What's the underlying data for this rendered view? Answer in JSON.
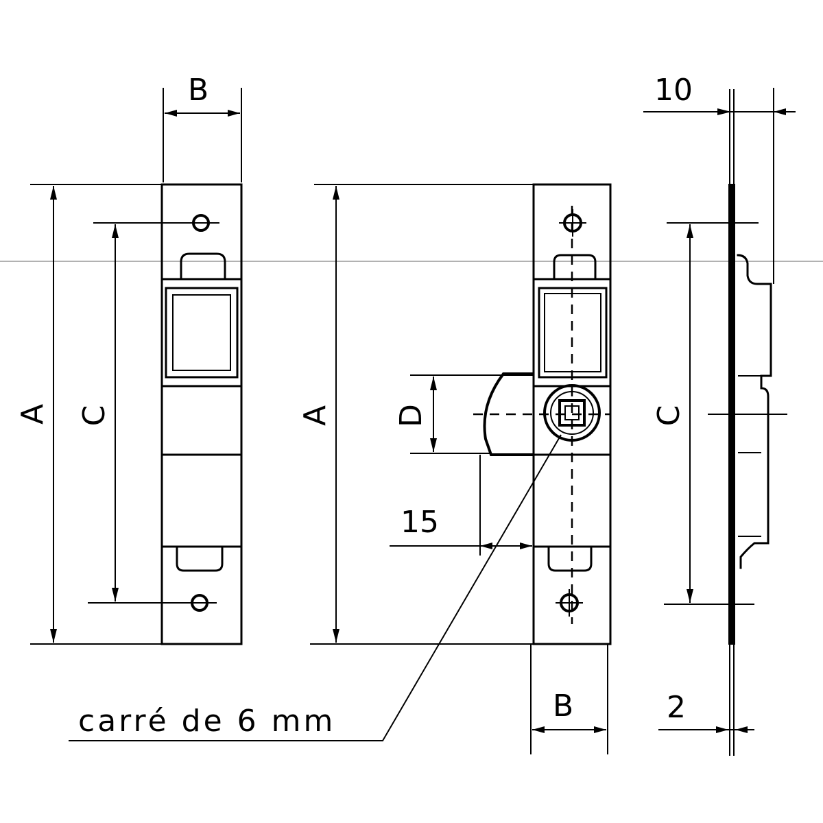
{
  "labels": {
    "a": "A",
    "b": "B",
    "c": "C",
    "d": "D",
    "dim_10": "10",
    "dim_15": "15",
    "dim_2": "2",
    "square_note": "carré de 6 mm"
  }
}
